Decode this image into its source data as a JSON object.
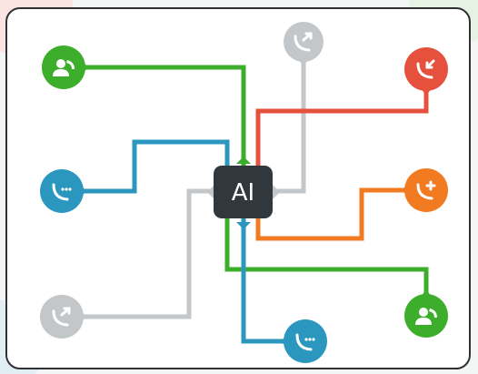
{
  "chip": {
    "label": "AI",
    "color": "#30383e"
  },
  "colors": {
    "green": "#3dae2b",
    "blue": "#2b97bf",
    "gray": "#c3c7c9",
    "red": "#e5513c",
    "orange": "#f27a21"
  },
  "nodes": [
    {
      "id": "top-left",
      "color": "green",
      "icon": "contact-headset-icon"
    },
    {
      "id": "top-center",
      "color": "gray",
      "icon": "phone-outgoing-icon"
    },
    {
      "id": "top-right",
      "color": "red",
      "icon": "phone-incoming-icon"
    },
    {
      "id": "mid-left",
      "color": "blue",
      "icon": "phone-dots-icon"
    },
    {
      "id": "mid-right",
      "color": "orange",
      "icon": "phone-add-icon"
    },
    {
      "id": "bottom-left",
      "color": "gray",
      "icon": "phone-outgoing-icon"
    },
    {
      "id": "bottom-right",
      "color": "green",
      "icon": "contact-headset-icon"
    },
    {
      "id": "bottom-center",
      "color": "blue",
      "icon": "phone-dots-icon"
    }
  ]
}
